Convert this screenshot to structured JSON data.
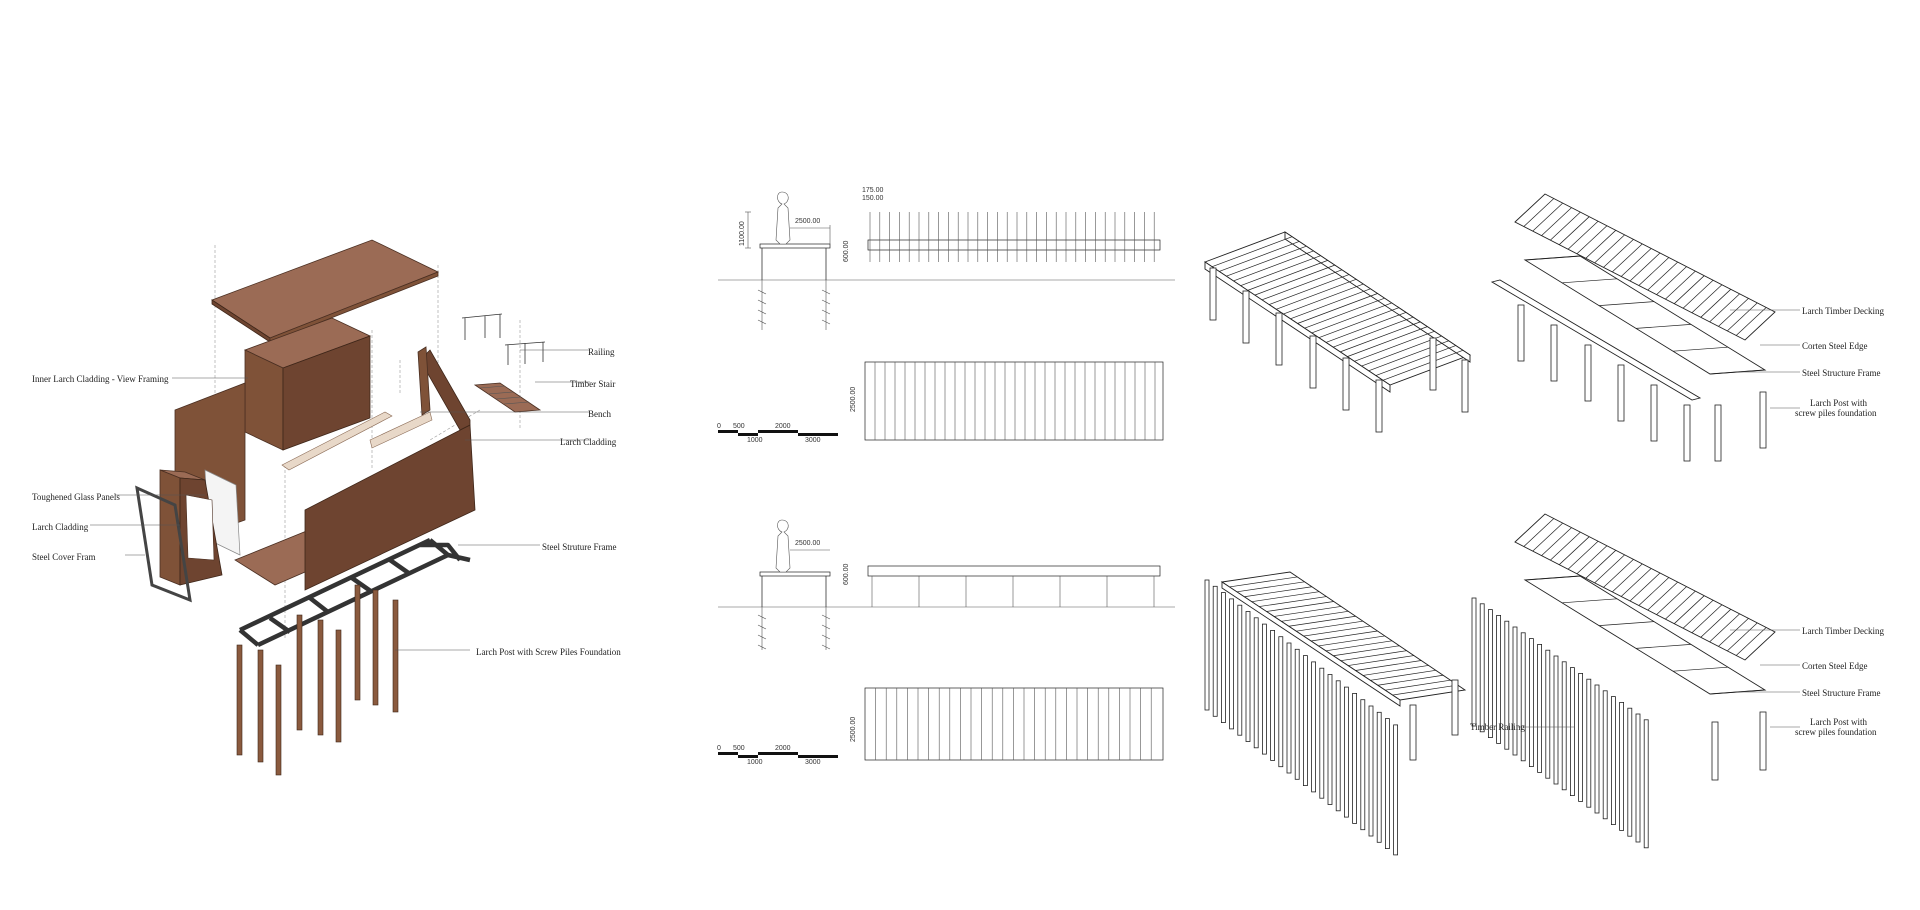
{
  "exploded_axonometric_labels": {
    "railing": "Railing",
    "inner_cladding": "Inner Larch Cladding - View Framing",
    "timber_stair": "Timber Stair",
    "bench": "Bench",
    "larch_cladding_right": "Larch Cladding",
    "toughened_glass": "Toughened Glass Panels",
    "larch_cladding_left": "Larch Cladding",
    "steel_cover": "Steel Cover Fram",
    "steel_frame": "Steel Struture Frame",
    "larch_posts": "Larch Post with Screw Piles Foundation"
  },
  "drawing_dims": {
    "top_height": "1100.00",
    "top_width": "2500.00",
    "top_side": "600.00",
    "top_175": "175.00",
    "top_150": "150.00",
    "top_plan": "2500.00",
    "bottom_width": "2500.00",
    "bottom_side": "600.00",
    "bottom_plan": "2500.00"
  },
  "scale_bar_top": {
    "t0": "0",
    "t500": "500",
    "t1000": "1000",
    "t2000": "2000",
    "t3000": "3000"
  },
  "scale_bar_bottom": {
    "t0": "0",
    "t500": "500",
    "t1000": "1000",
    "t2000": "2000",
    "t3000": "3000"
  },
  "axo_labels_top": {
    "decking": "Larch Timber Decking",
    "edge": "Corten Steel Edge",
    "frame": "Steel Structure Frame",
    "post_line1": "Larch Post with",
    "post_line2": "screw piles foundation"
  },
  "axo_labels_bottom": {
    "decking": "Larch Timber Decking",
    "edge": "Corten Steel Edge",
    "frame": "Steel Structure Frame",
    "post_line1": "Larch Post with",
    "post_line2": "screw piles foundation",
    "railing": "Timber Railing"
  }
}
